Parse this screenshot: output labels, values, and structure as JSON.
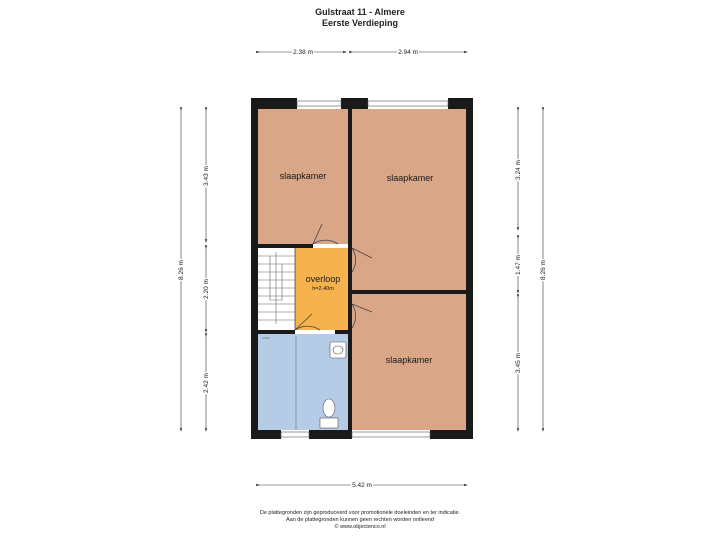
{
  "header": {
    "title": "Gulstraat 11 - Almere",
    "subtitle": "Eerste Verdieping"
  },
  "rooms": {
    "bedroom_top_left": "slaapkamer",
    "bedroom_top_right": "slaapkamer",
    "bedroom_bottom_right": "slaapkamer",
    "landing": "overloop",
    "landing_height": "h=2.40m"
  },
  "dimensions": {
    "top_left_width": "2.38 m",
    "top_right_width": "2.94 m",
    "bottom_width": "5.42 m",
    "left_total": "8.26 m",
    "left_upper": "3.43 m",
    "left_middle": "2.20 m",
    "left_lower": "2.42 m",
    "right_total": "8.26 m",
    "right_upper": "3.24 m",
    "right_middle": "1.47 m",
    "right_lower": "3.45 m"
  },
  "footer": {
    "line1": "De plattegronden zijn geproduceerd voor promotionele doeleinden en ter indicatie.",
    "line2": "Aan de plattegronden kunnen geen rechten worden ontleend",
    "line3": "© www.objectenco.nl"
  },
  "colors": {
    "wall": "#1a1a1a",
    "bedroom": "#d9a688",
    "landing": "#f5b24d",
    "bathroom": "#b5cce6",
    "stair": "#ffffff"
  }
}
